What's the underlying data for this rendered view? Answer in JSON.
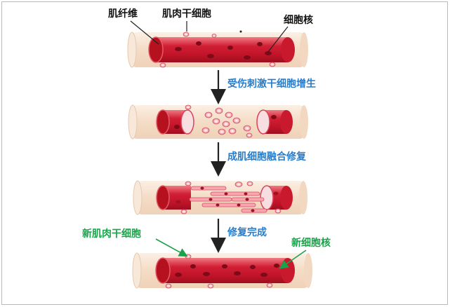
{
  "labels": {
    "muscle_fiber": "肌纤维",
    "satellite_cell": "肌肉干细胞",
    "nucleus": "细胞核",
    "new_satellite_cell": "新肌肉干细胞",
    "new_nucleus": "新细胞核"
  },
  "steps": [
    {
      "label": "受伤刺激干细胞增生"
    },
    {
      "label": "成肌细胞融合修复"
    },
    {
      "label": "修复完成"
    }
  ],
  "colors": {
    "sheath": "#f6e2cf",
    "fiber": "#c8142a",
    "cell": "#f3a6ae",
    "arrow": "#222222",
    "blue_text": "#2a7cc7",
    "green_text": "#1aa34a"
  }
}
